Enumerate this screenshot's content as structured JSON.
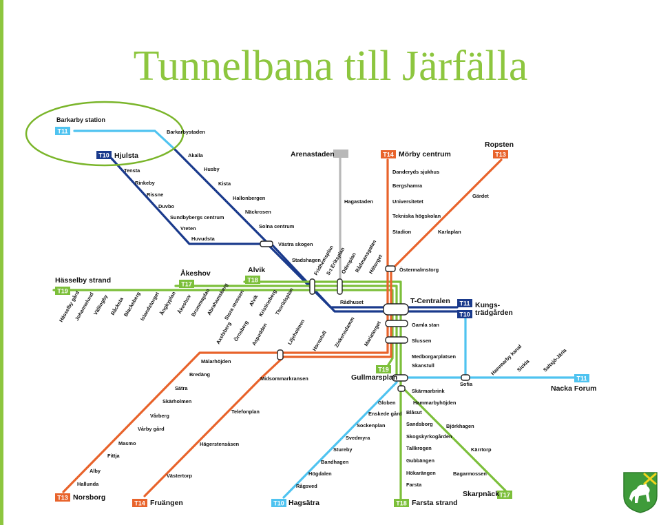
{
  "title": "Tunnelbana till Järfälla",
  "colors": {
    "accent": "#8dc63f",
    "blue": "#1a3a8c",
    "light_blue": "#4fc3f0",
    "red": "#e8632b",
    "green": "#7cbf3a",
    "grey": "#b8b8b8",
    "highlight_ring": "#7ab52a"
  },
  "highlight": {
    "label": "Barkarby station",
    "line": "T11",
    "station": "Barkarbystaden"
  },
  "badges": [
    {
      "id": "T11",
      "color": "light_blue",
      "where": "barkarby"
    },
    {
      "id": "T10",
      "color": "blue",
      "where": "hjulsta"
    },
    {
      "id": "T14",
      "color": "red",
      "where": "morby"
    },
    {
      "id": "T13",
      "color": "red",
      "where": "ropsten"
    },
    {
      "id": "T19",
      "color": "green",
      "where": "hasselby"
    },
    {
      "id": "T17",
      "color": "green",
      "where": "akeshov"
    },
    {
      "id": "T18",
      "color": "green",
      "where": "alvik"
    },
    {
      "id": "T11",
      "color": "blue",
      "where": "kungstradgarden-a"
    },
    {
      "id": "T10",
      "color": "blue",
      "where": "kungstradgarden-b"
    },
    {
      "id": "T19",
      "color": "green",
      "where": "gullmarsplan"
    },
    {
      "id": "T11",
      "color": "light_blue",
      "where": "nacka"
    },
    {
      "id": "T13",
      "color": "red",
      "where": "norsborg"
    },
    {
      "id": "T14",
      "color": "red",
      "where": "fruangen"
    },
    {
      "id": "T10",
      "color": "light_blue",
      "where": "hagsatra"
    },
    {
      "id": "T18",
      "color": "green",
      "where": "farsta"
    },
    {
      "id": "T17",
      "color": "green",
      "where": "skarpnack"
    }
  ],
  "terminals": {
    "hjulsta": "Hjulsta",
    "morby": "Mörby centrum",
    "ropsten": "Ropsten",
    "arenastaden": "Arenastaden",
    "hasselby": "Hässelby strand",
    "akeshov": "Åkeshov",
    "alvik": "Alvik",
    "tcentralen": "T-Centralen",
    "kungstradgarden": "Kungs-\nträdgården",
    "gullmarsplan": "Gullmarsplan",
    "nacka": "Nacka Forum",
    "norsborg": "Norsborg",
    "fruangen": "Fruängen",
    "hagsatra": "Hagsätra",
    "farsta": "Farsta strand",
    "skarpnack": "Skarpnäck"
  },
  "stations": {
    "t10_branch": [
      "Tensta",
      "Rinkeby",
      "Rissne",
      "Duvbo",
      "Sundbybergs centrum",
      "Vreten",
      "Huvudsta"
    ],
    "t11_branch": [
      "Akalla",
      "Husby",
      "Kista",
      "Hallonbergen",
      "Näckrosen",
      "Solna centrum"
    ],
    "blue_trunk": [
      "Västra skogen",
      "Stadshagen",
      "Fridhemsplan",
      "Rådhuset"
    ],
    "green_west": [
      "Hässelby gård",
      "Johannelund",
      "Vällingby",
      "Råcksta",
      "Blackeberg",
      "Islandstorget",
      "Ängbyplan",
      "Åkeshov",
      "Brommaplan",
      "Abrahamsberg",
      "Stora mossen",
      "Alvik",
      "Kristineberg",
      "Thorildsplan"
    ],
    "green_center": [
      "S:t Eriksplan",
      "Odenplan",
      "Rådmansgatan",
      "Hötorget"
    ],
    "grey": [
      "Hagastaden"
    ],
    "red_north": [
      "Danderyds sjukhus",
      "Bergshamra",
      "Universitetet",
      "Tekniska högskolan",
      "Stadion"
    ],
    "red_ropsten": [
      "Gärdet",
      "Karlaplan"
    ],
    "red_center": [
      "Östermalmstorg",
      "Gamla stan",
      "Slussen",
      "Mariatorget",
      "Zinkensdamm",
      "Hornstull",
      "Liljeholmen"
    ],
    "red_south_upper": [
      "Aspudden",
      "Örnsberg",
      "Axelsberg",
      "Mälarhöjden",
      "Bredäng",
      "Sätra",
      "Skärholmen",
      "Vårberg",
      "Vårby gård",
      "Masmo",
      "Fittja",
      "Alby",
      "Hallunda"
    ],
    "red_south_lower": [
      "Midsommarkransen",
      "Telefonplan",
      "Hägerstensåsen",
      "Västertorp"
    ],
    "green_south": [
      "Medborgarplatsen",
      "Skanstull",
      "Skärmarbrink",
      "Hammarbyhöjden",
      "Björkhagen",
      "Kärrtorp",
      "Bagarmossen",
      "Blåsut",
      "Sandsborg",
      "Skogskyrkogården",
      "Tallkrogen",
      "Gubbängen",
      "Hökarängen",
      "Farsta"
    ],
    "light_blue_south": [
      "Globen",
      "Enskede gård",
      "Sockenplan",
      "Svedmyra",
      "Stureby",
      "Bandhagen",
      "Högdalen",
      "Rågsved"
    ],
    "nacka": [
      "Sofia",
      "Hammarby kanal",
      "Sickla",
      "Saltsjö-Järla"
    ]
  }
}
